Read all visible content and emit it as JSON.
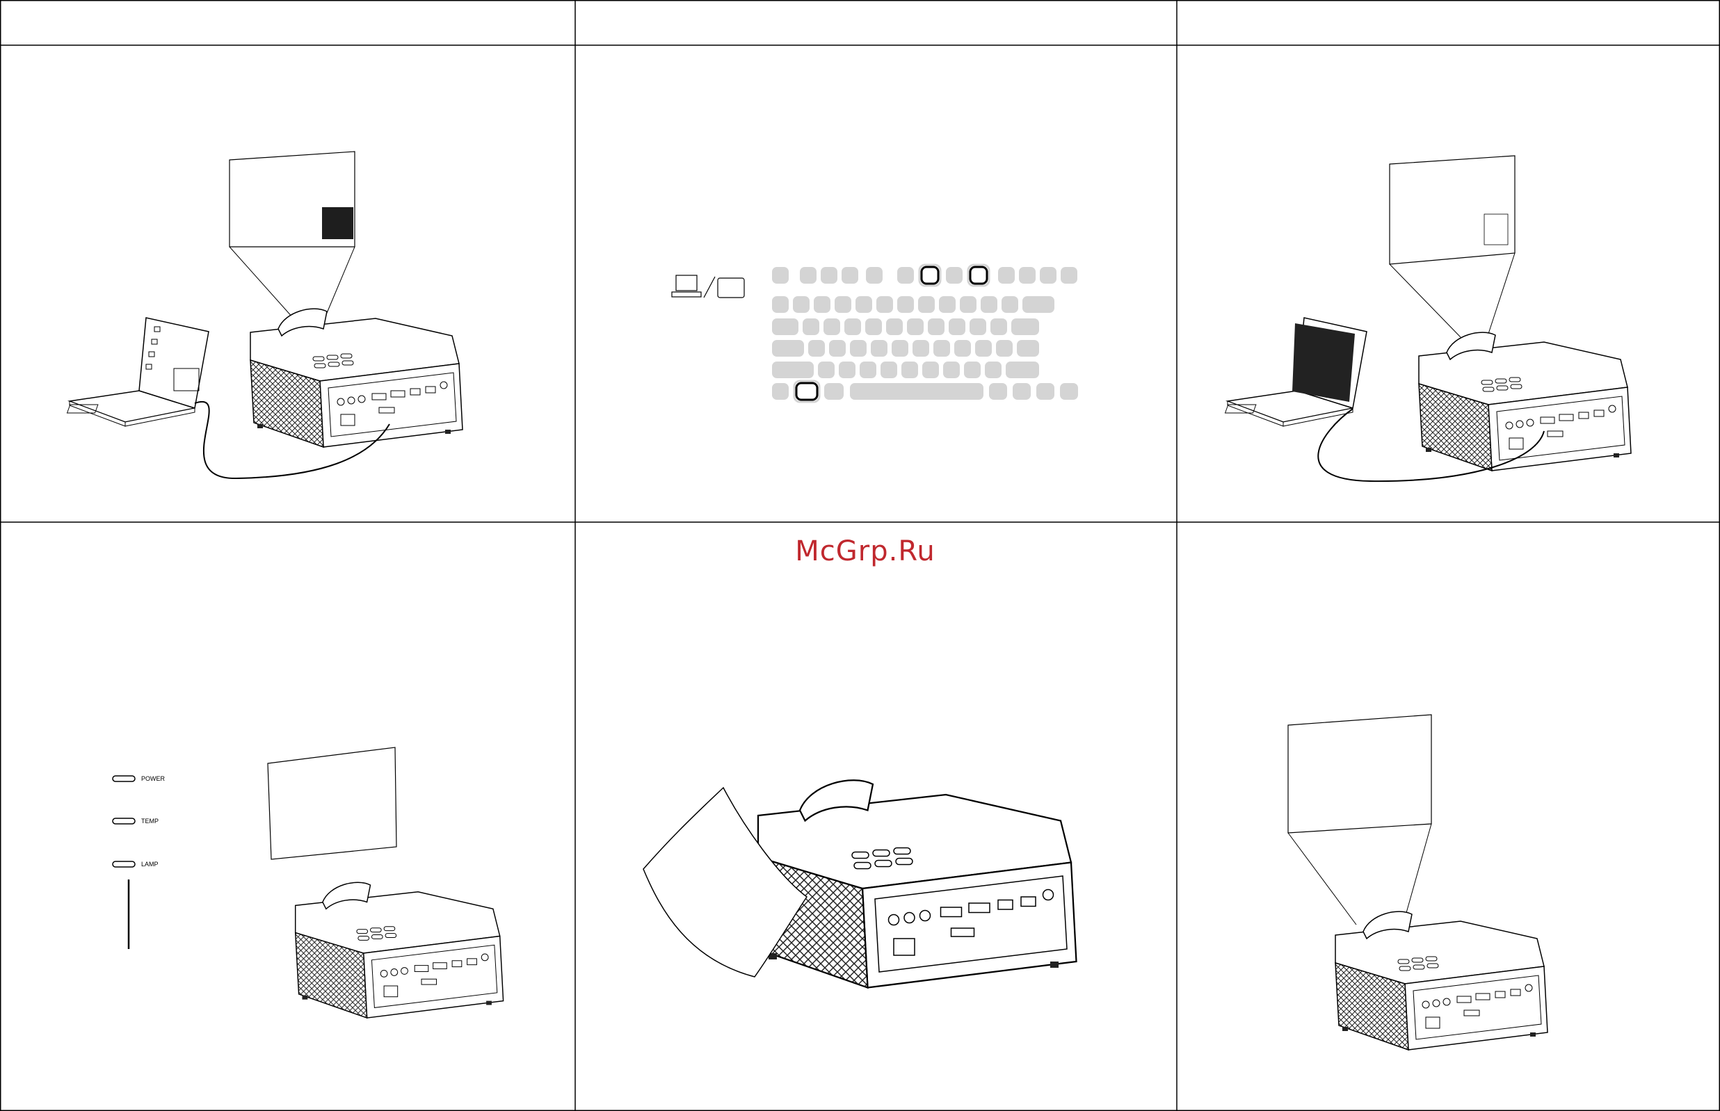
{
  "watermark": {
    "text": "McGrp.Ru"
  },
  "panels": [
    {
      "id": "connect-laptop"
    },
    {
      "id": "keyboard-function-keys"
    },
    {
      "id": "laptop-image-displayed"
    },
    {
      "id": "status-leds"
    },
    {
      "id": "lens-cover"
    },
    {
      "id": "projector-screen"
    }
  ],
  "leds": [
    {
      "label": "POWER"
    },
    {
      "label": "TEMP"
    },
    {
      "label": "LAMP"
    }
  ],
  "colors": {
    "lines": "#000000",
    "watermark": "#c0282e",
    "keycap": "#d4d4d4"
  }
}
